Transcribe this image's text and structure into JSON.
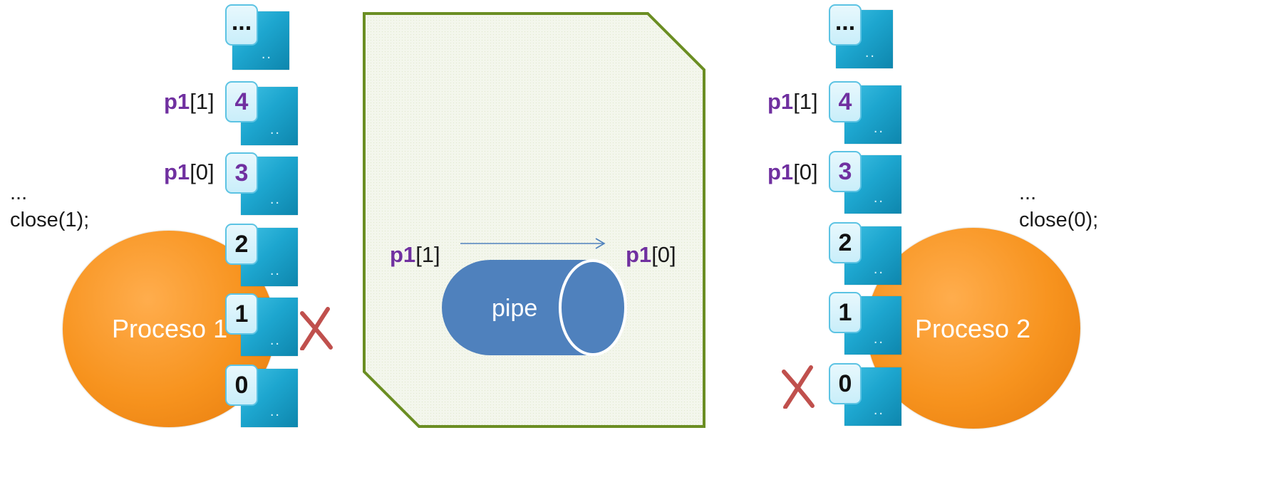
{
  "process_left": {
    "label": "Proceso 1",
    "code_line1": "...",
    "code_line2": "close(1);"
  },
  "process_right": {
    "label": "Proceso 2",
    "code_line1": "...",
    "code_line2": "close(0);"
  },
  "fd_table_left": {
    "slots": [
      "...",
      "4",
      "3",
      "2",
      "1",
      "0"
    ],
    "labels": {
      "fd4": {
        "p": "p1",
        "idx": "[1]"
      },
      "fd3": {
        "p": "p1",
        "idx": "[0]"
      }
    },
    "closed_slot": "1"
  },
  "fd_table_right": {
    "slots": [
      "...",
      "4",
      "3",
      "2",
      "1",
      "0"
    ],
    "labels": {
      "fd4": {
        "p": "p1",
        "idx": "[1]"
      },
      "fd3": {
        "p": "p1",
        "idx": "[0]"
      }
    },
    "closed_slot": "0"
  },
  "kernel": {
    "pipe_label": "pipe",
    "write_end": {
      "p": "p1",
      "idx": "[1]"
    },
    "read_end": {
      "p": "p1",
      "idx": "[0]"
    }
  },
  "colors": {
    "process": "#f7931e",
    "fd_box": "#1da6cf",
    "pipe": "#4f81bd",
    "kernel_border": "#6b8e23",
    "kernel_fill": "#eef3e2",
    "pipe_var": "#7030a0",
    "close_mark": "#c0504d"
  }
}
